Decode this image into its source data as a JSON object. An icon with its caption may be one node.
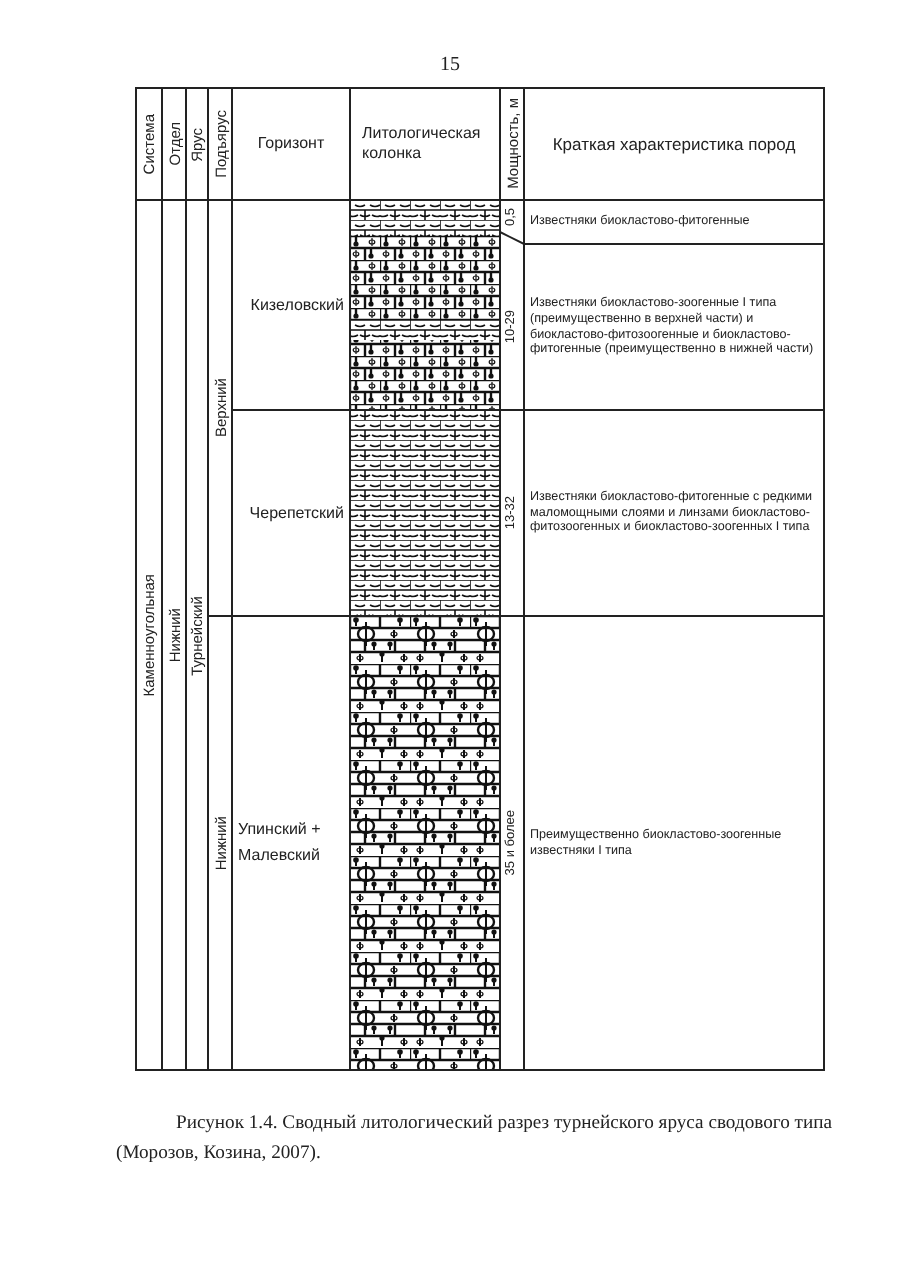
{
  "diagram": {
    "caption": "Рисунок 1.4. Сводный литологический разрез турнейского яруса сводового типа (Морозов, Козина, 2007).",
    "labels": [
      "15",
      "Система",
      "Отдел",
      "Ярус",
      "Подъярус",
      "Горизонт",
      "Литологическая колонка",
      "Мощность, м",
      "Краткая характеристика пород",
      "Каменноугольная",
      "Нижний",
      "Турнейский",
      "Верхний",
      "Кизеловский",
      "0,5",
      "Известняки биокластово-фитогенные",
      "10-29",
      "Известняки биокластово-зоогенные I типа (преимущественно в верхней части) и биокластово-фитозоогенные и биокластово-фитогенные (преимущественно в нижней части)",
      "Черепетский",
      "13-32",
      "Известняки биокластово-фитогенные с редкими маломощными слоями и линзами биокластово-фитозоогенных и биокластово-зоогенных I типа",
      "Нижний",
      "Упинский + Малевский",
      "35 и более",
      "Преимущественно биокластово-зоогенные известняки I типа"
    ]
  }
}
